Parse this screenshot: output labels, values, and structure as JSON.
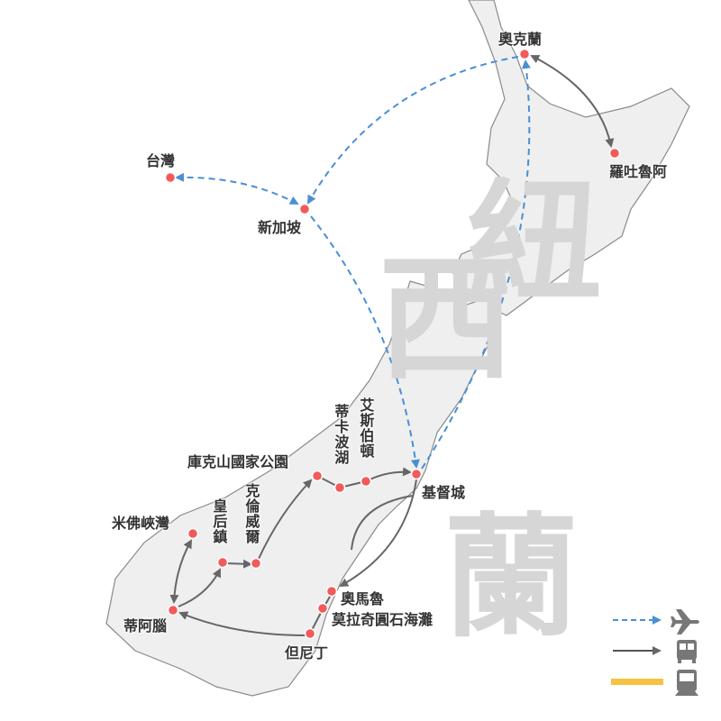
{
  "country_chars": [
    "紐",
    "西",
    "蘭"
  ],
  "cities": {
    "auckland": "奧克蘭",
    "rotorua": "羅吐魯阿",
    "taiwan": "台灣",
    "singapore": "新加坡",
    "christchurch": "基督城",
    "mt_cook": "庫克山國家公園",
    "tekapo": "蒂卡波湖",
    "ashburton": "艾斯伯頓",
    "cromwell": "克倫威爾",
    "queenstown": "皇后鎮",
    "milford": "米佛峽灣",
    "te_anau": "蒂阿腦",
    "oamaru": "奧馬魯",
    "moeraki": "莫拉奇圓石海灘",
    "dunedin": "但尼丁"
  },
  "legend": [
    {
      "type": "flight",
      "icon": "airplane-icon",
      "color": "#4a8fd4"
    },
    {
      "type": "bus",
      "icon": "bus-icon",
      "color": "#666666"
    },
    {
      "type": "train",
      "icon": "train-icon",
      "color": "#f5c242"
    }
  ],
  "colors": {
    "city": "#f25a5a",
    "land": "#efefef",
    "coast": "#8a8a8a"
  }
}
